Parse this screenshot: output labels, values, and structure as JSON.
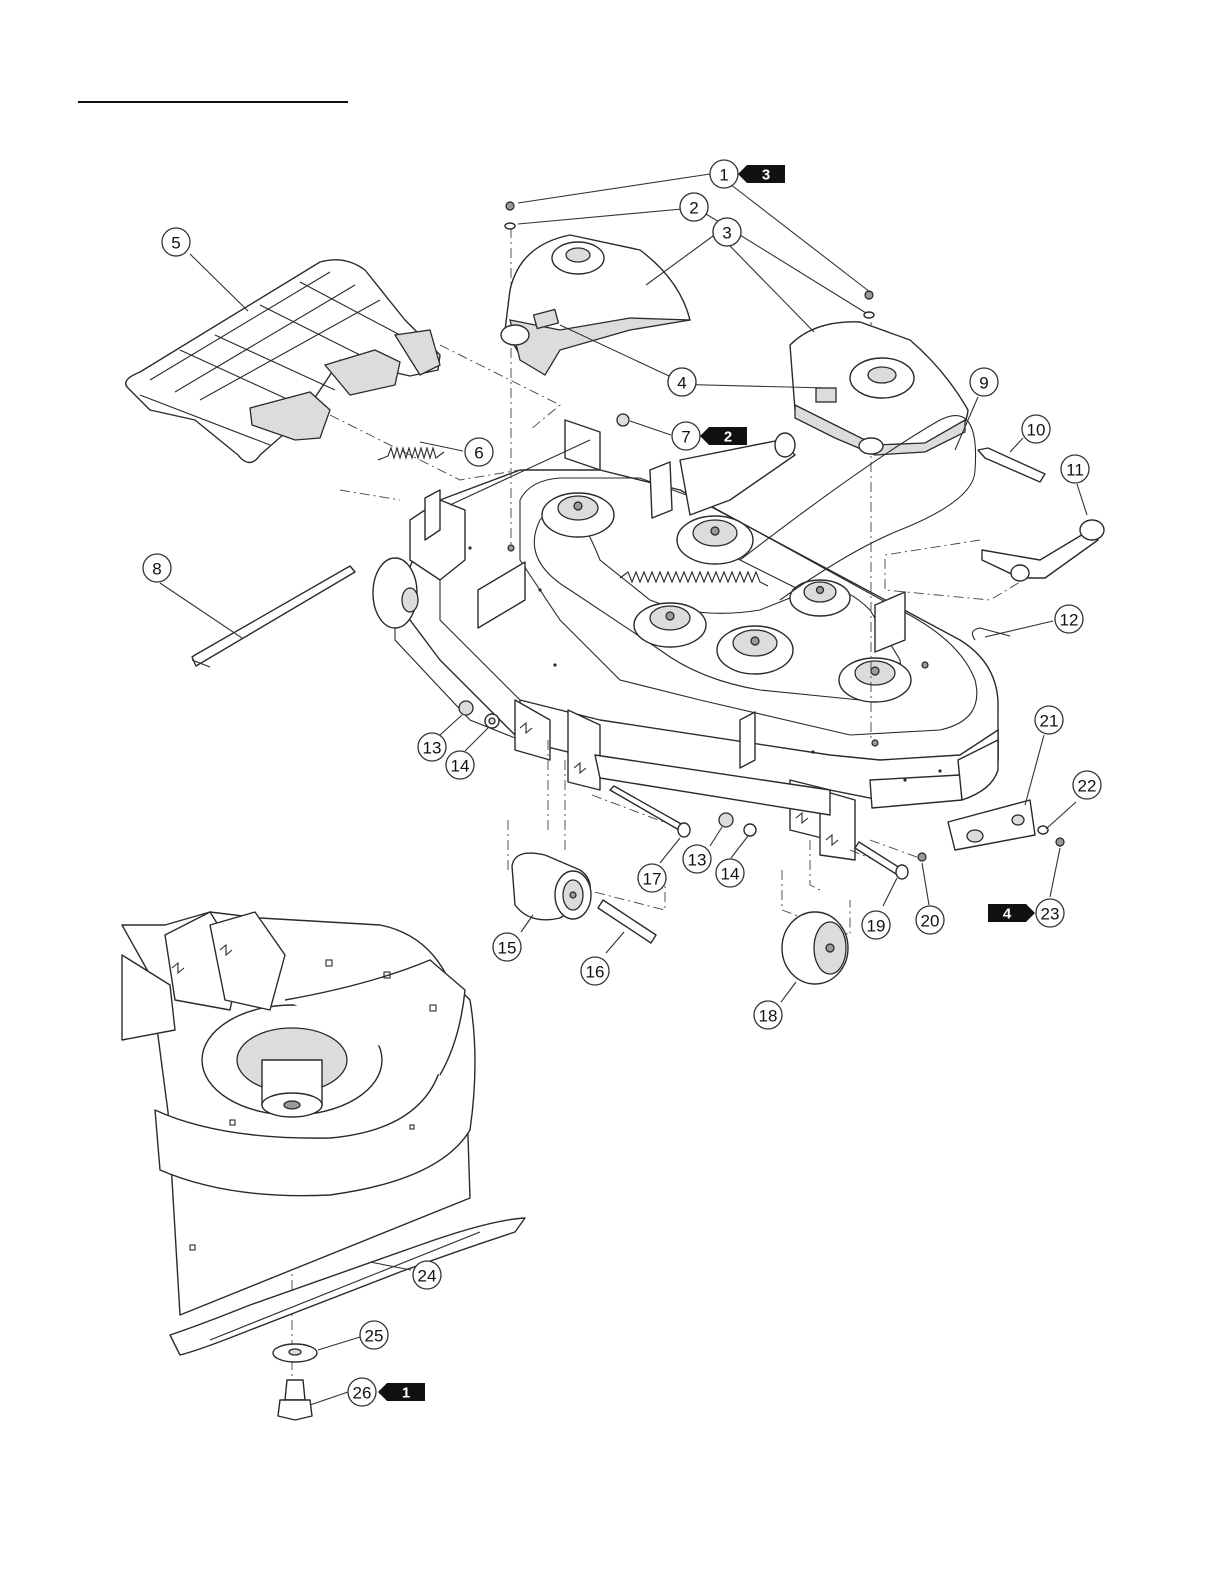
{
  "diagram": {
    "callouts": [
      {
        "label": "1"
      },
      {
        "label": "2"
      },
      {
        "label": "3"
      },
      {
        "label": "3"
      },
      {
        "label": "4"
      },
      {
        "label": "4"
      },
      {
        "label": "5"
      },
      {
        "label": "6"
      },
      {
        "label": "7"
      },
      {
        "label": "8"
      },
      {
        "label": "9"
      },
      {
        "label": "10"
      },
      {
        "label": "11"
      },
      {
        "label": "12"
      },
      {
        "label": "13"
      },
      {
        "label": "14"
      },
      {
        "label": "13"
      },
      {
        "label": "14"
      },
      {
        "label": "15"
      },
      {
        "label": "16"
      },
      {
        "label": "17"
      },
      {
        "label": "18"
      },
      {
        "label": "19"
      },
      {
        "label": "20"
      },
      {
        "label": "21"
      },
      {
        "label": "22"
      },
      {
        "label": "23"
      },
      {
        "label": "24"
      },
      {
        "label": "25"
      },
      {
        "label": "26"
      },
      {
        "label": "2"
      }
    ],
    "tags": [
      {
        "label": "3"
      },
      {
        "label": "2"
      },
      {
        "label": "4"
      },
      {
        "label": "1"
      }
    ]
  },
  "colors": {
    "ink": "#2a2a2a",
    "tag_fill": "#111111",
    "paper": "#ffffff"
  }
}
